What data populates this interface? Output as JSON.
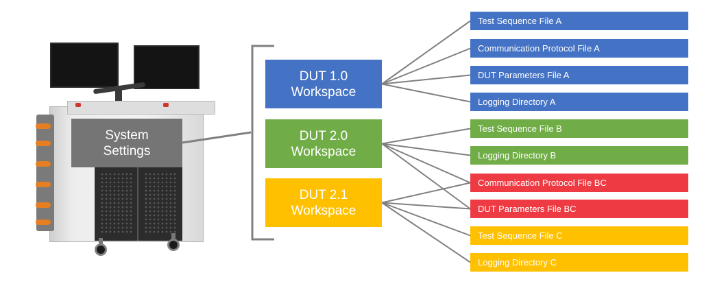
{
  "colors": {
    "blue": "#4472C4",
    "green": "#70AD47",
    "red": "#EE3B43",
    "yellow": "#FFC000",
    "gray_box": "#757575",
    "connector": "#808080"
  },
  "system_settings": {
    "line1": "System",
    "line2": "Settings"
  },
  "workspaces": [
    {
      "line1": "DUT 1.0",
      "line2": "Workspace",
      "color": "#4472C4"
    },
    {
      "line1": "DUT 2.0",
      "line2": "Workspace",
      "color": "#70AD47"
    },
    {
      "line1": "DUT 2.1",
      "line2": "Workspace",
      "color": "#FFC000"
    }
  ],
  "files": [
    {
      "label": "Test Sequence File A",
      "color": "#4472C4"
    },
    {
      "label": "Communication Protocol File A",
      "color": "#4472C4"
    },
    {
      "label": "DUT Parameters File A",
      "color": "#4472C4"
    },
    {
      "label": "Logging Directory A",
      "color": "#4472C4"
    },
    {
      "label": "Test Sequence File B",
      "color": "#70AD47"
    },
    {
      "label": "Logging Directory B",
      "color": "#70AD47"
    },
    {
      "label": "Communication Protocol File BC",
      "color": "#EE3B43"
    },
    {
      "label": "DUT Parameters File BC",
      "color": "#EE3B43"
    },
    {
      "label": "Test Sequence File C",
      "color": "#FFC000"
    },
    {
      "label": "Logging Directory C",
      "color": "#FFC000"
    }
  ],
  "links": [
    {
      "workspace": 0,
      "files": [
        0,
        1,
        2,
        3
      ]
    },
    {
      "workspace": 1,
      "files": [
        4,
        5,
        6,
        7
      ]
    },
    {
      "workspace": 2,
      "files": [
        6,
        7,
        8,
        9
      ]
    }
  ]
}
